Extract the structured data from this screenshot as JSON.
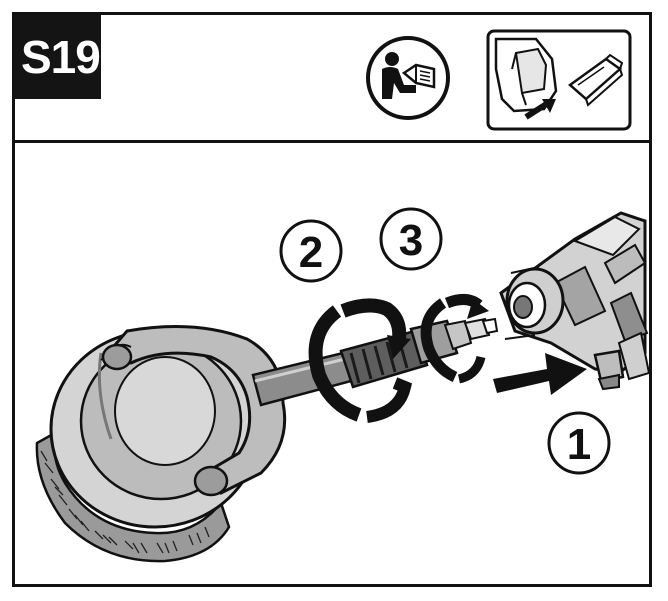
{
  "step": {
    "label": "S19"
  },
  "header_icons": [
    {
      "name": "read-manual-icon"
    },
    {
      "name": "remove-battery-icon"
    }
  ],
  "callouts": [
    {
      "number": "1",
      "meaning": "push"
    },
    {
      "number": "2",
      "meaning": "rotate"
    },
    {
      "number": "3",
      "meaning": "rotate"
    }
  ],
  "colors": {
    "line": "#1a1a1a",
    "shade_light": "#d9d9d9",
    "shade_mid": "#a8a8a8",
    "shade_dark": "#6e6e6e"
  }
}
